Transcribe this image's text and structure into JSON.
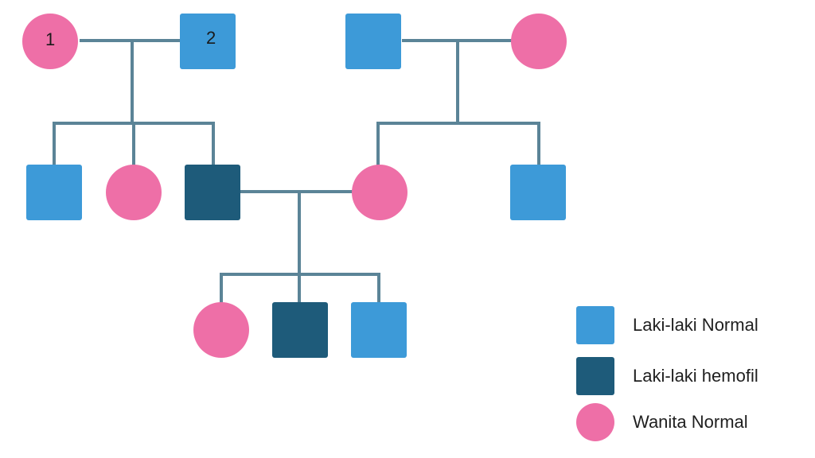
{
  "colors": {
    "male_normal": "#3d9ad8",
    "male_hemophilia": "#1e5b7a",
    "female_normal": "#ee6fa7",
    "line": "#5b8497"
  },
  "pedigree": {
    "gen1_left_female_label": "1",
    "gen1_left_male_label": "2"
  },
  "legend": {
    "items": [
      {
        "label": "Laki-laki Normal",
        "symbol": "square",
        "color": "#3d9ad8"
      },
      {
        "label": "Laki-laki hemofil",
        "symbol": "square",
        "color": "#1e5b7a"
      },
      {
        "label": "Wanita Normal",
        "symbol": "circle",
        "color": "#ee6fa7"
      }
    ]
  }
}
